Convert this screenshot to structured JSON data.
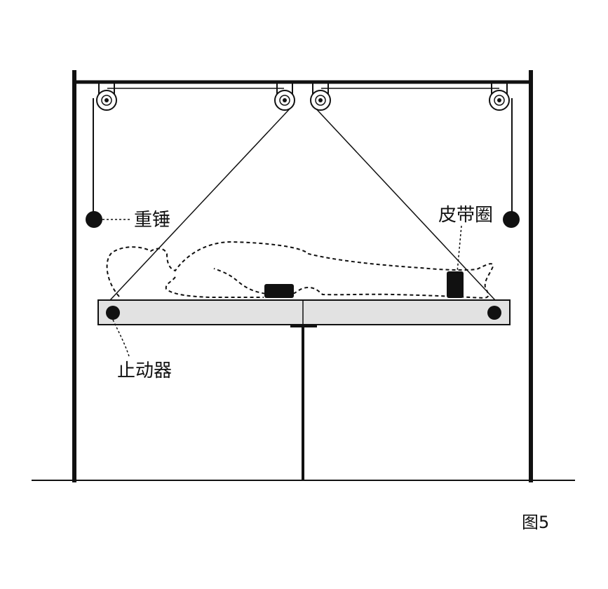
{
  "labels": {
    "weight": "重锤",
    "belt": "皮带圈",
    "brake": "止动器"
  },
  "figure_caption": "图5",
  "colors": {
    "line": "#111111",
    "board_fill": "#e2e2e2",
    "background": "#ffffff"
  },
  "icons": {
    "pulley": "pulley-wheel",
    "weight": "filled-circle",
    "brake": "filled-circle"
  }
}
